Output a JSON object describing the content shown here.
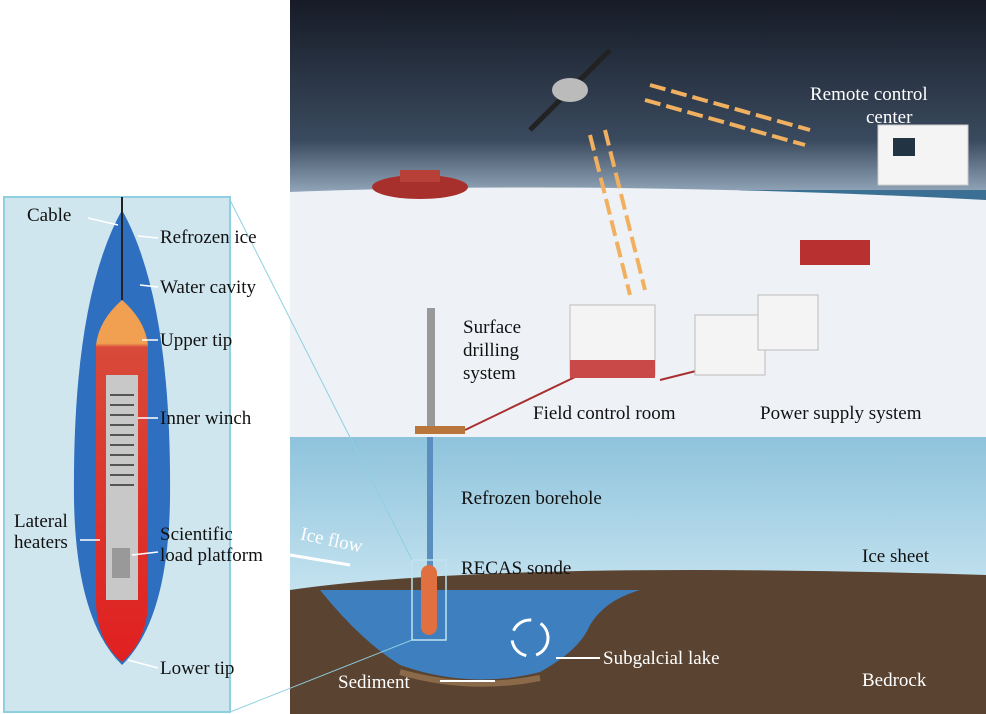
{
  "inset": {
    "cable": "Cable",
    "refrozen_ice": "Refrozen ice",
    "water_cavity": "Water cavity",
    "upper_tip": "Upper tip",
    "inner_winch": "Inner winch",
    "lateral_heaters_1": "Lateral",
    "lateral_heaters_2": "heaters",
    "scientific_1": "Scientific",
    "scientific_2": "load platform",
    "lower_tip": "Lower tip"
  },
  "scene": {
    "remote_1": "Remote control",
    "remote_2": "center",
    "surface_1": "Surface",
    "surface_2": "drilling",
    "surface_3": "system",
    "field_control": "Field control room",
    "power_supply": "Power supply system",
    "refrozen_borehole": "Refrozen borehole",
    "ice_flow": "Ice flow",
    "recas": "RECAS sonde",
    "ice_sheet": "Ice sheet",
    "lake": "Subgalcial lake",
    "sediment": "Sediment",
    "bedrock": "Bedrock"
  },
  "colors": {
    "sky": "#1b2230",
    "snow": "#eef2f6",
    "ice": "#a9d3e6",
    "rock": "#5a4330",
    "lake": "#3d7fbf",
    "probe_red": "#e03030",
    "probe_orange": "#f0a050",
    "cavity": "#2f6fc0"
  }
}
